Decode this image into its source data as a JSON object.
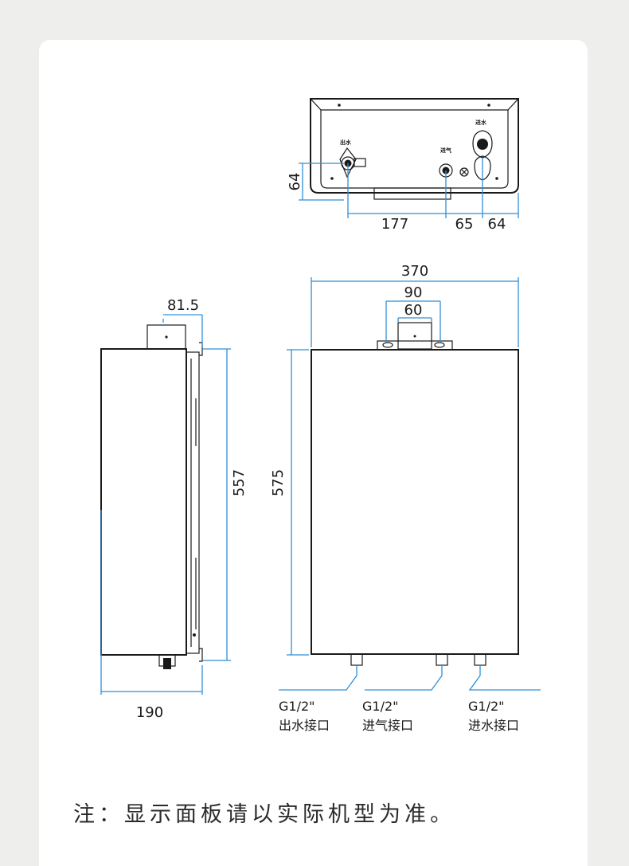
{
  "bottom_view": {
    "labels": {
      "hot_water": "出水",
      "gas_in": "进气",
      "cold_water": "进水"
    },
    "dims": {
      "height": "64",
      "d1": "177",
      "d2": "65",
      "d3": "64"
    }
  },
  "side_view": {
    "dims": {
      "top_offset": "81.5",
      "height": "557",
      "depth": "190"
    }
  },
  "front_view": {
    "dims": {
      "width": "370",
      "bracket_outer": "90",
      "bracket_inner": "60",
      "height": "575"
    },
    "ports": [
      {
        "spec": "G1/2\"",
        "name": "出水接口"
      },
      {
        "spec": "G1/2\"",
        "name": "进气接口"
      },
      {
        "spec": "G1/2\"",
        "name": "进水接口"
      }
    ]
  },
  "note": "注：显示面板请以实际机型为准。",
  "colors": {
    "dimension_line": "#2f8fd8",
    "outline": "#1a1a1a"
  }
}
